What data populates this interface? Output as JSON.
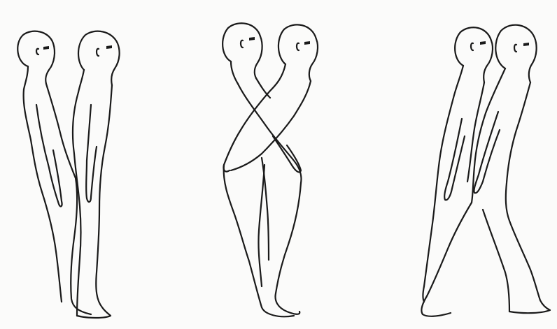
{
  "figure": {
    "panels": [
      {
        "id": "left",
        "pose": "upright-stance",
        "figure_count": 2
      },
      {
        "id": "middle",
        "pose": "bent-forward-lean",
        "figure_count": 2
      },
      {
        "id": "right",
        "pose": "walking-stride",
        "figure_count": 2
      }
    ],
    "colors": {
      "line": "#1a1a1a",
      "background": "#fbfbfa"
    }
  }
}
